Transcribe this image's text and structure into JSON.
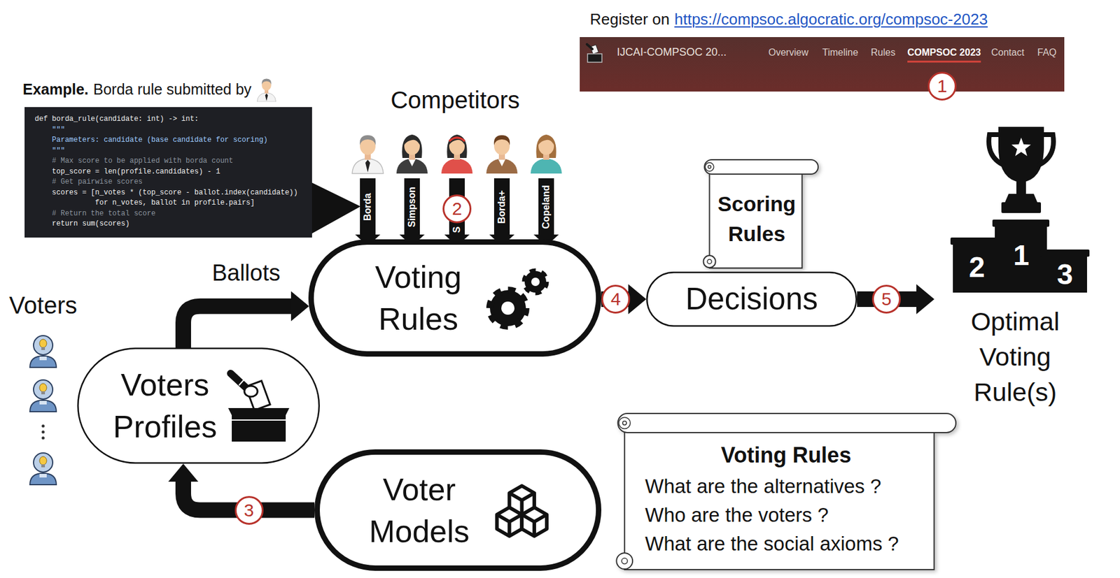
{
  "diagram": {
    "nodes": [
      {
        "text": [
          "IJCAI-COMPSOC 20...",
          "Overview",
          "Timeline",
          "Rules",
          "COMPSOC 2023",
          "Contact",
          "FAQ"
        ]
      },
      {
        "text": [
          "def borda_rule(candidate: int) -> int:",
          "    \"\"\"",
          "    Parameters: candidate (base candidate for scoring)",
          "    \"\"\"",
          "    # Max score to be applied with borda count",
          "    top_score = len(profile.candidates) - 1",
          "    # Get pairwise scores",
          "    scores = [n_votes * (top_score - ballot.index(candidate))",
          "              for n_votes, ballot in profile.pairs]",
          "    # Return the total score",
          "    return sum(scores)"
        ]
      },
      {
        "text": [
          "Scoring Rules"
        ]
      },
      {
        "text": [
          "2",
          "1",
          "3",
          "Optimal Voting Rule(s)"
        ]
      },
      {
        "text": [
          "Voting Rules"
        ]
      },
      {
        "text": [
          "Decisions"
        ]
      },
      {
        "text": [
          "Voters Profiles"
        ]
      },
      {
        "text": [
          "Voter Models"
        ]
      },
      {
        "text": [
          "Voting Rules",
          "What are the alternatives ?",
          "Who are the voters ?",
          "What are the social axioms ?"
        ]
      }
    ],
    "edges": [
      {
        "from": 6,
        "to": 4,
        "arrow": "to",
        "label": "Ballots"
      },
      {
        "from": 4,
        "to": 5,
        "arrow": "to",
        "label": "4"
      },
      {
        "from": 5,
        "to": 3,
        "arrow": "to",
        "label": "5"
      },
      {
        "from": 7,
        "to": 6,
        "arrow": "to",
        "label": "3"
      }
    ],
    "labels": [
      "Register on",
      "https://compsoc.algocratic.org/compsoc-2023",
      "1",
      "Example.",
      "Borda rule submitted by",
      "Competitors",
      "Borda",
      "Simpson",
      "S",
      "Borda+",
      "Copeland",
      "2",
      "Voters"
    ]
  }
}
